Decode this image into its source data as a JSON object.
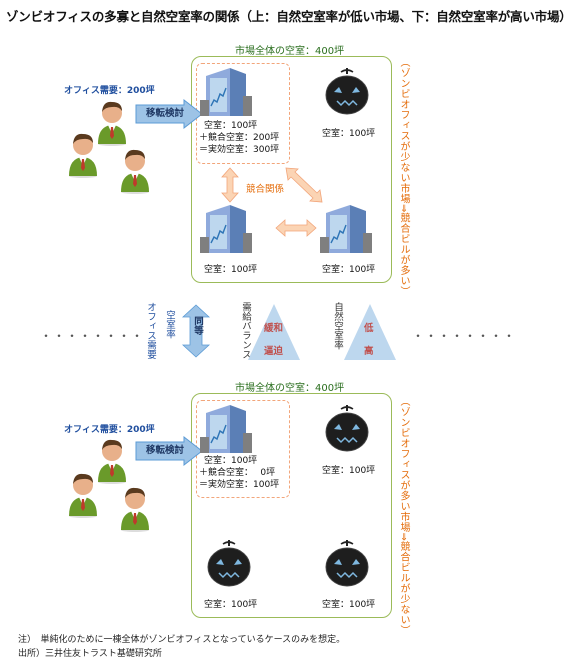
{
  "title": "ゾンビオフィスの多寡と自然空室率の関係（上：自然空室率が低い市場、下：自然空室率が高い市場）",
  "top": {
    "market_label": "市場全体の空室：400坪",
    "demand_label": "オフィス需要：200坪",
    "move_label": "移転検討",
    "detail_lines": [
      "空室：100坪",
      "＋競合空室：200坪",
      "＝実効空室：300坪"
    ],
    "zombie_label": "空室：100坪",
    "bl_label": "空室：100坪",
    "br_label": "空室：100坪",
    "competition_label": "競合関係",
    "side_label": "（ゾンビオフィスが少ない市場⇒競合ビルが多い）"
  },
  "middle": {
    "demand_v": "オフィス需要",
    "vacancy_v": "空室率",
    "equal_label": "同等",
    "supply_v": "需給バランス",
    "ease_label": "緩和",
    "tight_label": "逼迫",
    "natural_v": "自然空室率",
    "low_label": "低",
    "high_label": "高"
  },
  "bottom": {
    "market_label": "市場全体の空室：400坪",
    "demand_label": "オフィス需要：200坪",
    "move_label": "移転検討",
    "detail_lines": [
      "空室：100坪",
      "＋競合空室：　 0坪",
      "＝実効空室：100坪"
    ],
    "tr_label": "空室：100坪",
    "bl_label": "空室：100坪",
    "br_label": "空室：100坪",
    "side_label": "（ゾンビオフィスが多い市場⇒競合ビルが少ない）"
  },
  "notes": [
    "注）　単純化のために一棟全体がゾンビオフィスとなっているケースのみを想定。",
    "出所）三井住友トラスト基礎研究所"
  ],
  "colors": {
    "green_border": "#9bbb59",
    "accent_orange": "#e46c0a",
    "arrow_blue": "#9dc3e6",
    "triangle_blue": "#bdd7ee",
    "label_red": "#c0504d"
  },
  "icons": [
    "person-icon",
    "building-icon",
    "zombie-building-icon",
    "arrow-icon"
  ]
}
